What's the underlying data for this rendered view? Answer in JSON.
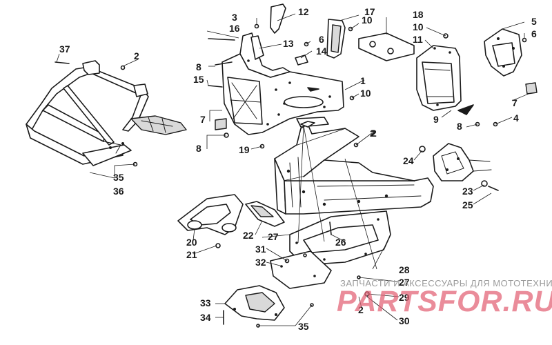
{
  "diagram": {
    "callouts": [
      {
        "label": "1"
      },
      {
        "label": "2"
      },
      {
        "label": "2"
      },
      {
        "label": "2"
      },
      {
        "label": "3"
      },
      {
        "label": "4"
      },
      {
        "label": "5"
      },
      {
        "label": "6"
      },
      {
        "label": "6"
      },
      {
        "label": "7"
      },
      {
        "label": "7"
      },
      {
        "label": "8"
      },
      {
        "label": "8"
      },
      {
        "label": "8"
      },
      {
        "label": "9"
      },
      {
        "label": "10"
      },
      {
        "label": "10"
      },
      {
        "label": "10"
      },
      {
        "label": "11"
      },
      {
        "label": "12"
      },
      {
        "label": "13"
      },
      {
        "label": "14"
      },
      {
        "label": "15"
      },
      {
        "label": "16"
      },
      {
        "label": "17"
      },
      {
        "label": "18"
      },
      {
        "label": "19"
      },
      {
        "label": "20"
      },
      {
        "label": "21"
      },
      {
        "label": "22"
      },
      {
        "label": "23"
      },
      {
        "label": "24"
      },
      {
        "label": "25"
      },
      {
        "label": "26"
      },
      {
        "label": "27"
      },
      {
        "label": "27"
      },
      {
        "label": "28"
      },
      {
        "label": "29"
      },
      {
        "label": "30"
      },
      {
        "label": "31"
      },
      {
        "label": "32"
      },
      {
        "label": "33"
      },
      {
        "label": "34"
      },
      {
        "label": "35"
      },
      {
        "label": "35"
      },
      {
        "label": "36"
      },
      {
        "label": "37"
      },
      {
        "label": "2"
      }
    ]
  },
  "watermark": {
    "tagline": "ЗАПЧАСТИ И АКСЕССУАРЫ ДЛЯ МОТОТЕХНИКИ",
    "logo": "PARTSFOR.RU",
    "color": "#e25f73"
  }
}
